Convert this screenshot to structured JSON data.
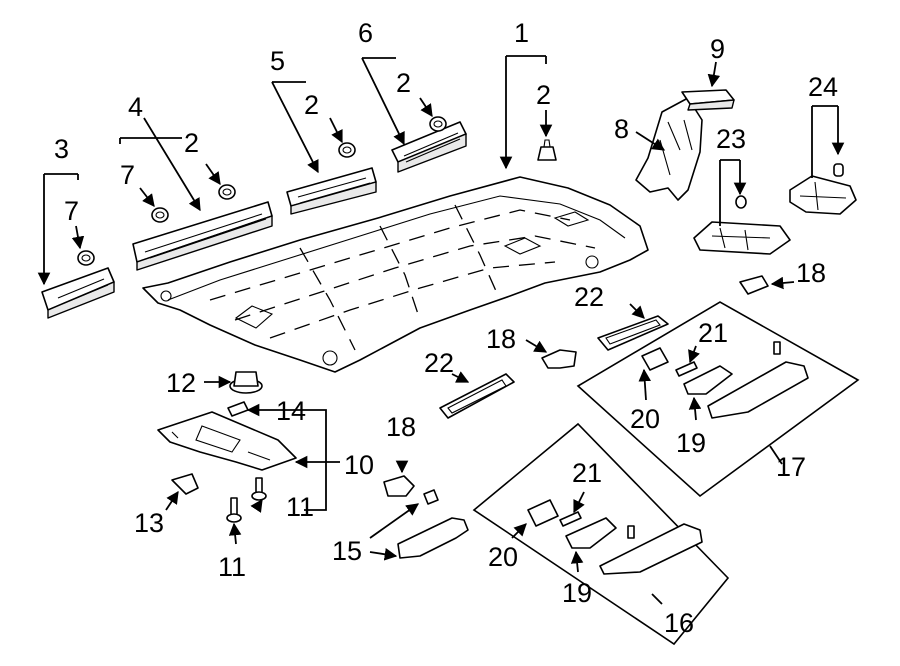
{
  "callouts": [
    {
      "id": "c1",
      "text": "1"
    },
    {
      "id": "c2a",
      "text": "2"
    },
    {
      "id": "c9",
      "text": "9"
    },
    {
      "id": "c8",
      "text": "8"
    },
    {
      "id": "c24",
      "text": "24"
    },
    {
      "id": "c23",
      "text": "23"
    },
    {
      "id": "c6",
      "text": "6"
    },
    {
      "id": "c2b",
      "text": "2"
    },
    {
      "id": "c5",
      "text": "5"
    },
    {
      "id": "c2c",
      "text": "2"
    },
    {
      "id": "c4",
      "text": "4"
    },
    {
      "id": "c2d",
      "text": "2"
    },
    {
      "id": "c7a",
      "text": "7"
    },
    {
      "id": "c3",
      "text": "3"
    },
    {
      "id": "c7b",
      "text": "7"
    },
    {
      "id": "c18a",
      "text": "18"
    },
    {
      "id": "c22a",
      "text": "22"
    },
    {
      "id": "c18b",
      "text": "18"
    },
    {
      "id": "c21a",
      "text": "21"
    },
    {
      "id": "c22b",
      "text": "22"
    },
    {
      "id": "c20a",
      "text": "20"
    },
    {
      "id": "c19a",
      "text": "19"
    },
    {
      "id": "c17",
      "text": "17"
    },
    {
      "id": "c12",
      "text": "12"
    },
    {
      "id": "c14",
      "text": "14"
    },
    {
      "id": "c10",
      "text": "10"
    },
    {
      "id": "c18c",
      "text": "18"
    },
    {
      "id": "c11a",
      "text": "11"
    },
    {
      "id": "c13",
      "text": "13"
    },
    {
      "id": "c11b",
      "text": "11"
    },
    {
      "id": "c15",
      "text": "15"
    },
    {
      "id": "c21b",
      "text": "21"
    },
    {
      "id": "c20b",
      "text": "20"
    },
    {
      "id": "c19b",
      "text": "19"
    },
    {
      "id": "c16",
      "text": "16"
    }
  ]
}
